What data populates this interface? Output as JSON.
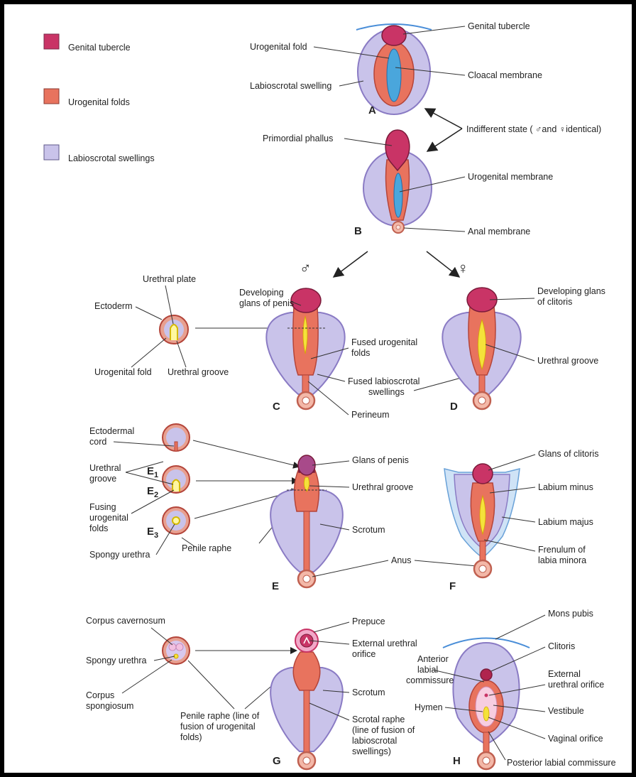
{
  "legend": {
    "genital_tubercle": "Genital tubercle",
    "urogenital_folds": "Urogenital folds",
    "labioscrotal_swellings": "Labioscrotal swellings"
  },
  "colors": {
    "background": "#ffffff",
    "frame": "#000000",
    "genital_tubercle": "#c93466",
    "urogenital_folds": "#e8735e",
    "labioscrotal_swellings": "#c9c3ea",
    "membrane": "#4aa6dc",
    "urethra": "#f4e23a"
  },
  "panels": {
    "A": "A",
    "B": "B",
    "C": "C",
    "D": "D",
    "E": "E",
    "F": "F",
    "G": "G",
    "H": "H",
    "E1": "E",
    "E1_sub": "1",
    "E2": "E",
    "E2_sub": "2",
    "E3": "E",
    "E3_sub": "3"
  },
  "sex_symbols": {
    "male": "♂",
    "female": "♀"
  },
  "labels": {
    "a_genital_tubercle": "Genital tubercle",
    "a_urogenital_fold": "Urogenital fold",
    "a_cloacal_membrane": "Cloacal membrane",
    "a_labioscrotal_swelling": "Labioscrotal swelling",
    "indifferent_state": "Indifferent state (  ♂and  ♀identical)",
    "b_primordial_phallus": "Primordial phallus",
    "b_urogenital_membrane": "Urogenital membrane",
    "b_anal_membrane": "Anal membrane",
    "c_urethral_plate": "Urethral plate",
    "c_ectoderm": "Ectoderm",
    "c_urogenital_fold": "Urogenital fold",
    "c_urethral_groove": "Urethral groove",
    "c_developing_glans_1": "Developing",
    "c_developing_glans_2": "glans of penis",
    "c_fused_urogenital_1": "Fused urogenital",
    "c_fused_urogenital_2": "folds",
    "c_fused_labioscrotal_1": "Fused labioscrotal",
    "c_fused_labioscrotal_2": "swellings",
    "c_perineum": "Perineum",
    "d_glans_clitoris_1": "Developing glans",
    "d_glans_clitoris_2": "of clitoris",
    "d_urethral_groove": "Urethral groove",
    "e_ectodermal_cord_1": "Ectodermal",
    "e_ectodermal_cord_2": "cord",
    "e_urethral_groove_1": "Urethral",
    "e_urethral_groove_2": "groove",
    "e_fusing_1": "Fusing",
    "e_fusing_2": "urogenital",
    "e_fusing_3": "folds",
    "e_spongy_urethra": "Spongy urethra",
    "e_penile_raphe": "Penile raphe",
    "e_glans_penis": "Glans of penis",
    "e_urethral_groove_r": "Urethral groove",
    "e_scrotum": "Scrotum",
    "e_anus": "Anus",
    "f_glans_clitoris": "Glans of clitoris",
    "f_labium_minus": "Labium minus",
    "f_labium_majus": "Labium majus",
    "f_frenulum_1": "Frenulum of",
    "f_frenulum_2": "labia minora",
    "g_corpus_cavernosum": "Corpus cavernosum",
    "g_spongy_urethra": "Spongy urethra",
    "g_corpus_spongiosum_1": "Corpus",
    "g_corpus_spongiosum_2": "spongiosum",
    "g_penile_raphe_1": "Penile raphe (line of",
    "g_penile_raphe_2": "fusion of urogenital",
    "g_penile_raphe_3": "folds)",
    "g_prepuce": "Prepuce",
    "g_external_orifice_1": "External urethral",
    "g_external_orifice_2": "orifice",
    "g_scrotum": "Scrotum",
    "g_scrotal_raphe_1": "Scrotal raphe",
    "g_scrotal_raphe_2": "(line of fusion of",
    "g_scrotal_raphe_3": "labioscrotal",
    "g_scrotal_raphe_4": "swellings)",
    "h_mons_pubis": "Mons pubis",
    "h_clitoris": "Clitoris",
    "h_anterior_1": "Anterior",
    "h_anterior_2": "labial",
    "h_anterior_3": "commissure",
    "h_external_orifice_1": "External",
    "h_external_orifice_2": "urethral orifice",
    "h_hymen": "Hymen",
    "h_vestibule": "Vestibule",
    "h_vaginal_orifice": "Vaginal orifice",
    "h_posterior": "Posterior labial commissure"
  }
}
